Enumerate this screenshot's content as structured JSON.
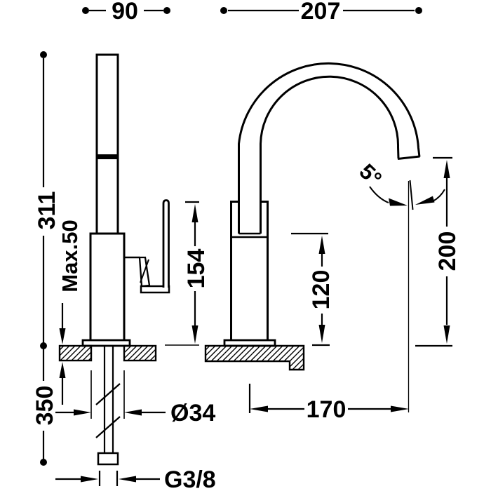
{
  "dimensions": {
    "depth": "90",
    "overall_reach": "207",
    "total_height": "311",
    "max_deck_thickness": "Max.50",
    "handle_height": "154",
    "body_height": "120",
    "spout_height": "200",
    "swivel_angle": "5°",
    "hose_length": "350",
    "hole_diameter": "Ø34",
    "spout_reach": "170",
    "thread": "G3/8"
  }
}
